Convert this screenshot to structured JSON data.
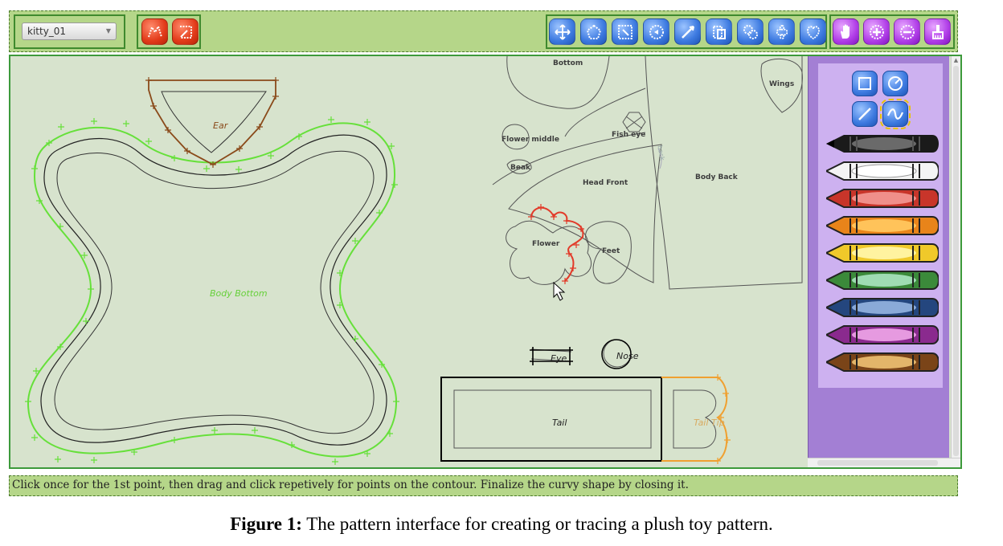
{
  "toolbar": {
    "file_select_value": "kitty_01",
    "red_tools": [
      {
        "icon": "freehand-contour-icon"
      },
      {
        "icon": "corner-trace-icon"
      }
    ],
    "blue_tools": [
      {
        "icon": "move-all-icon"
      },
      {
        "icon": "rotate-shape-icon"
      },
      {
        "icon": "select-region-icon"
      },
      {
        "icon": "rotate-points-icon"
      },
      {
        "icon": "scale-line-icon"
      },
      {
        "icon": "copy-shape-icon"
      },
      {
        "icon": "group-shapes-icon"
      },
      {
        "icon": "flower-shape-icon"
      },
      {
        "icon": "edit-outline-icon"
      }
    ],
    "purple_tools": [
      {
        "icon": "hand-pan-icon"
      },
      {
        "icon": "zoom-in-icon"
      },
      {
        "icon": "zoom-out-icon"
      },
      {
        "icon": "clear-brush-icon"
      }
    ]
  },
  "canvas": {
    "labels": {
      "ear": "Ear",
      "body_bottom": "Body Bottom",
      "bottom": "Bottom",
      "wings": "Wings",
      "flower_middle": "Flower middle",
      "fish_eye": "Fish eye",
      "beak": "Beak",
      "head_front": "Head Front",
      "body_back": "Body Back",
      "flower": "Flower",
      "feet": "Feet",
      "eye": "Eye",
      "nose": "Nose",
      "tail": "Tail",
      "tail_tip": "Tail Tip",
      "back": "back"
    }
  },
  "palette": {
    "shape_tools": [
      {
        "icon": "rectangle-icon",
        "active": false
      },
      {
        "icon": "circle-icon",
        "active": false
      },
      {
        "icon": "line-icon",
        "active": false
      },
      {
        "icon": "curve-icon",
        "active": true
      }
    ],
    "crayons": [
      {
        "name": "black-crayon",
        "color": "#1a1a1a",
        "light": "#6a6a6a"
      },
      {
        "name": "white-crayon",
        "color": "#f4f4f4",
        "light": "#ffffff"
      },
      {
        "name": "red-crayon",
        "color": "#c8352a",
        "light": "#f08f8a"
      },
      {
        "name": "orange-crayon",
        "color": "#e8841a",
        "light": "#ffc35a"
      },
      {
        "name": "yellow-crayon",
        "color": "#f0c92a",
        "light": "#fff3a0"
      },
      {
        "name": "green-crayon",
        "color": "#3b8a3a",
        "light": "#9fdcb3"
      },
      {
        "name": "blue-crayon",
        "color": "#24467e",
        "light": "#8aaad8"
      },
      {
        "name": "purple-crayon",
        "color": "#8a2a8e",
        "light": "#e69ae0"
      },
      {
        "name": "brown-crayon",
        "color": "#7a4418",
        "light": "#e3b56a"
      }
    ]
  },
  "status": {
    "message": "Click once for the 1st point, then drag and click repetively for points on the contour. Finalize the curvy shape by closing it."
  },
  "caption": {
    "figure_label": "Figure 1:",
    "text": "The pattern interface for creating or tracing a plush toy pattern."
  },
  "colors": {
    "toolbar_bg": "#b5d689",
    "canvas_bg": "#d7e3cd",
    "trace_green": "#66e03a",
    "trace_brown": "#8a4a1a",
    "trace_red": "#e23b2a",
    "trace_orange": "#f0a030",
    "palette_bg": "#a37fd4"
  }
}
